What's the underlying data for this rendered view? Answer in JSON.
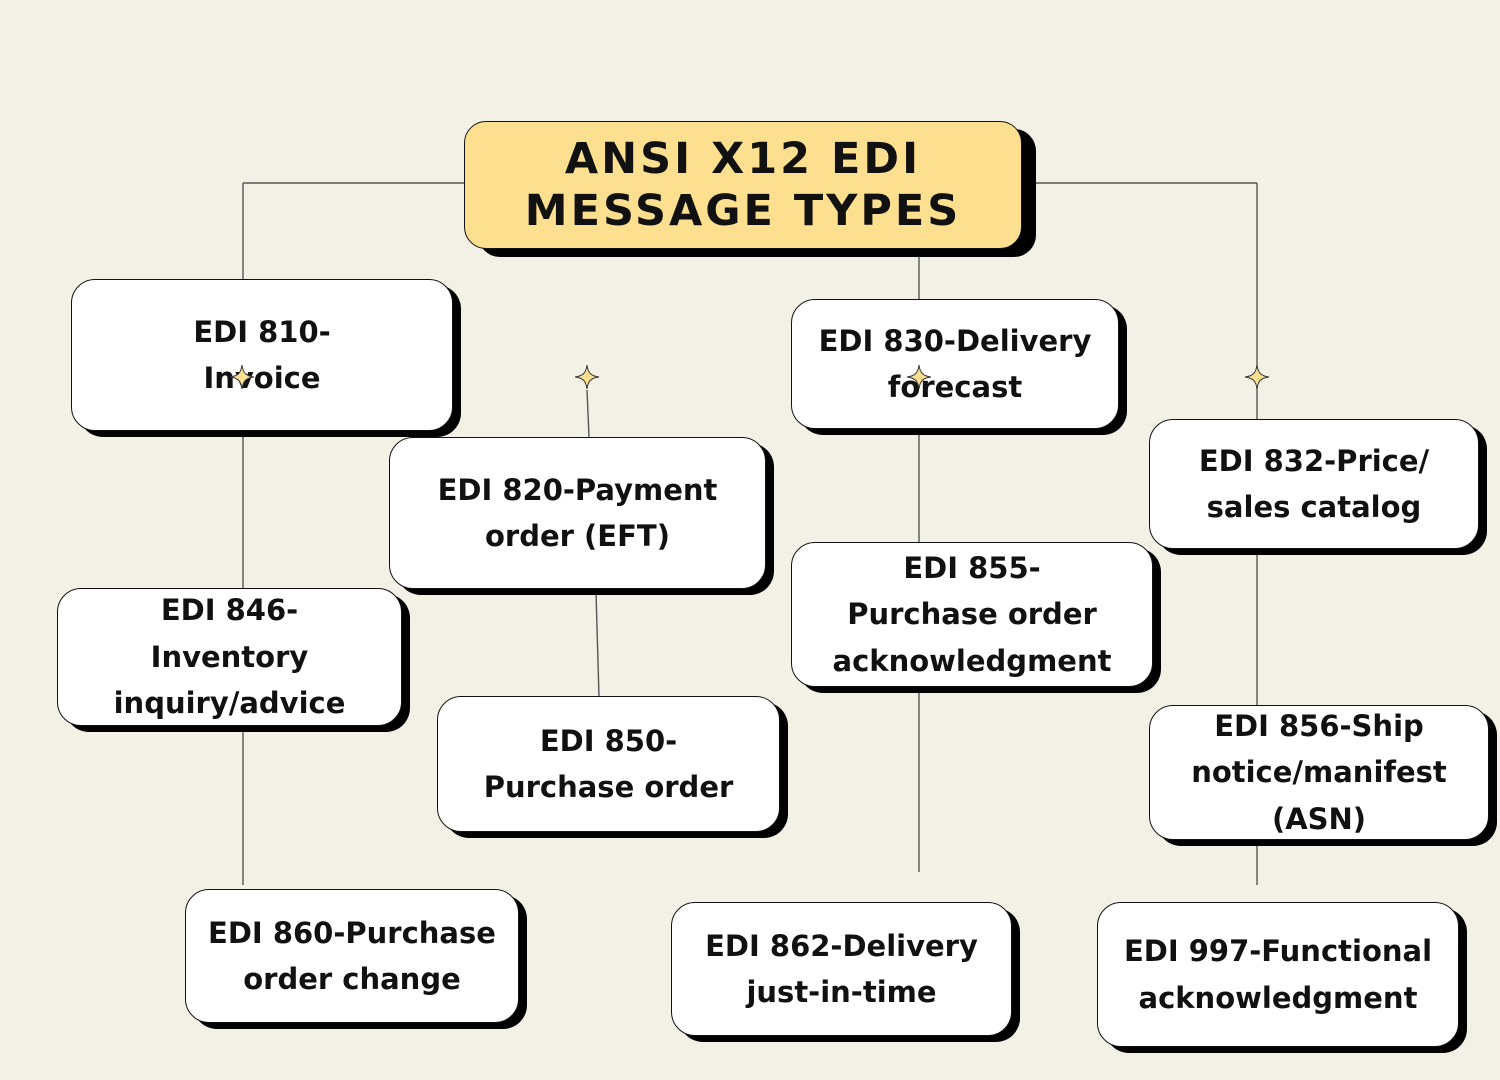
{
  "title": "ANSI X12 EDI\nMESSAGE TYPES",
  "nodes": {
    "edi_810": "EDI 810-\nInvoice",
    "edi_820": "EDI 820-Payment\norder (EFT)",
    "edi_830": "EDI 830-Delivery\nforecast",
    "edi_832": "EDI 832-Price/\nsales catalog",
    "edi_846": "EDI 846-\nInventory\ninquiry/advice",
    "edi_850": "EDI 850-\nPurchase order",
    "edi_855": "EDI 855-\nPurchase order\nacknowledgment",
    "edi_856": "EDI 856-Ship\nnotice/manifest\n(ASN)",
    "edi_860": "EDI 860-Purchase\norder change",
    "edi_862": "EDI 862-Delivery\njust-in-time",
    "edi_997": "EDI 997-Functional\nacknowledgment"
  },
  "colors": {
    "background": "#f3f1e6",
    "title_fill": "#fde08f",
    "star_fill": "#fde08f"
  }
}
